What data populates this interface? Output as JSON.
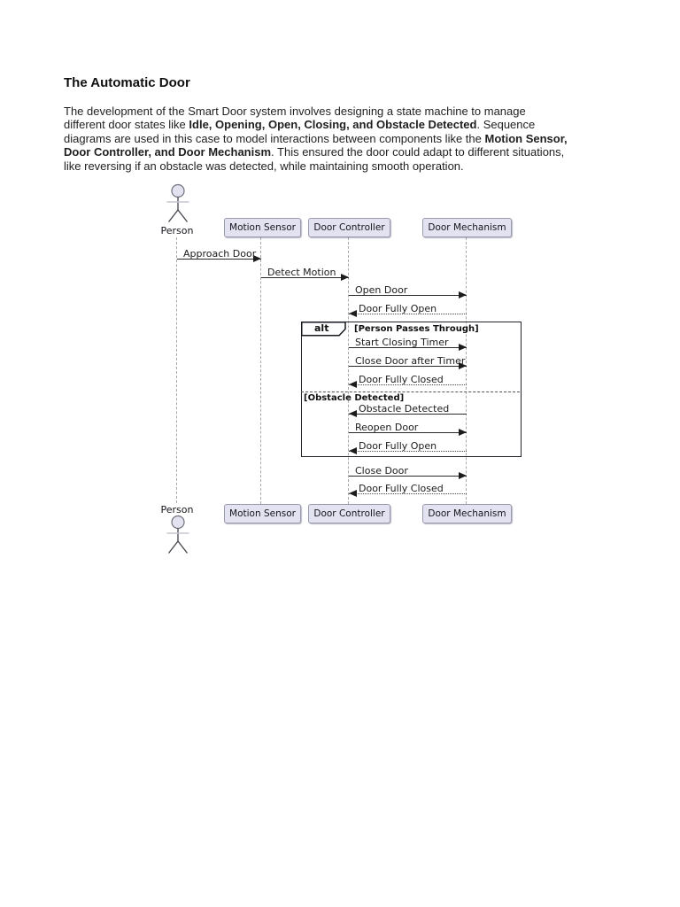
{
  "doc": {
    "title": "The Automatic Door",
    "paragraph": {
      "line1": [
        {
          "text": "The development of the Smart Door system involves designing a state machine to manage",
          "bold": false
        }
      ],
      "line2": [
        {
          "text": "different door states like ",
          "bold": false
        },
        {
          "text": "Idle, Opening, Open, Closing, and Obstacle Detected",
          "bold": true
        },
        {
          "text": ". Sequence",
          "bold": false
        }
      ],
      "line3": [
        {
          "text": "diagrams are used in this case to model interactions between components like the ",
          "bold": false
        },
        {
          "text": "Motion Sensor,",
          "bold": true
        }
      ],
      "line4": [
        {
          "text": "Door Controller, and Door Mechanism",
          "bold": true
        },
        {
          "text": ". This ensured the door could adapt to different situations,",
          "bold": false
        }
      ],
      "line5": [
        {
          "text": "like reversing if an obstacle was detected, while maintaining smooth operation.",
          "bold": false
        }
      ]
    }
  },
  "diagram": {
    "type": "uml-sequence-diagram",
    "actor": "Person",
    "participants": [
      "Motion Sensor",
      "Door Controller",
      "Door Mechanism"
    ],
    "messages": [
      {
        "label": "Approach Door",
        "from": "Person",
        "to": "Motion Sensor",
        "style": "solid"
      },
      {
        "label": "Detect Motion",
        "from": "Motion Sensor",
        "to": "Door Controller",
        "style": "solid"
      },
      {
        "label": "Open Door",
        "from": "Door Controller",
        "to": "Door Mechanism",
        "style": "solid"
      },
      {
        "label": "Door Fully Open",
        "from": "Door Mechanism",
        "to": "Door Controller",
        "style": "dotted"
      },
      {
        "label": "Start Closing Timer",
        "from": "Door Controller",
        "to": "Door Mechanism",
        "style": "solid"
      },
      {
        "label": "Close Door after Timer",
        "from": "Door Controller",
        "to": "Door Mechanism",
        "style": "solid"
      },
      {
        "label": "Door Fully Closed",
        "from": "Door Mechanism",
        "to": "Door Controller",
        "style": "dotted"
      },
      {
        "label": "Obstacle Detected",
        "from": "Door Mechanism",
        "to": "Door Controller",
        "style": "solid"
      },
      {
        "label": "Reopen Door",
        "from": "Door Controller",
        "to": "Door Mechanism",
        "style": "solid"
      },
      {
        "label": "Door Fully Open",
        "from": "Door Mechanism",
        "to": "Door Controller",
        "style": "dotted"
      },
      {
        "label": "Close Door",
        "from": "Door Controller",
        "to": "Door Mechanism",
        "style": "solid"
      },
      {
        "label": "Door Fully Closed",
        "from": "Door Mechanism",
        "to": "Door Controller",
        "style": "dotted"
      }
    ],
    "alt": {
      "operator": "alt",
      "guard1": "[Person Passes Through]",
      "guard2": "[Obstacle Detected]"
    },
    "colors": {
      "participant_fill": "#E2E2F0",
      "participant_border": "#9A9AB0",
      "arrow": "#1C1C1C",
      "lifeline": "#A8A8A8",
      "frame_border": "#22262C"
    }
  }
}
